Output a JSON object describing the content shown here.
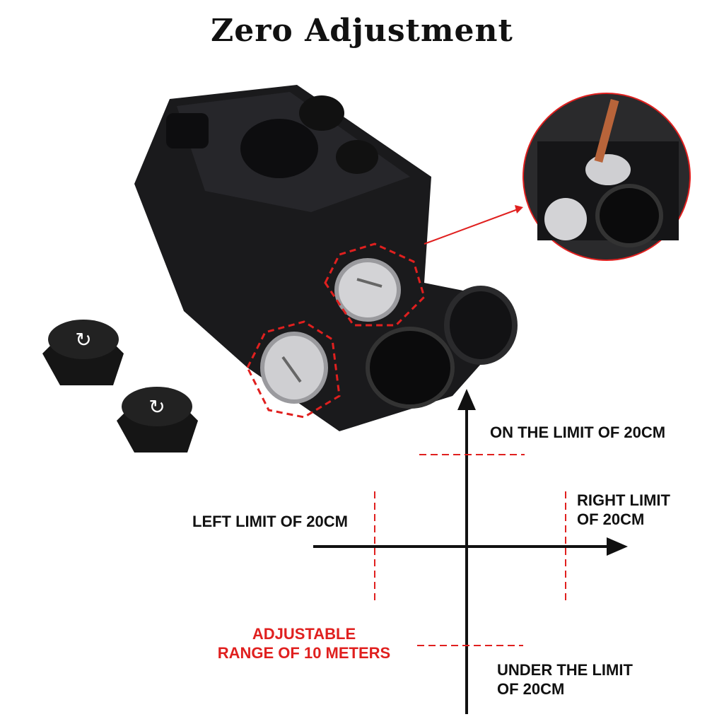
{
  "title": "Zero Adjustment",
  "labels": {
    "up": "ON THE LIMIT OF 20CM",
    "left": "LEFT LIMIT OF 20CM",
    "right_1": "RIGHT LIMIT",
    "right_2": "OF 20CM",
    "down_1": "UNDER THE LIMIT",
    "down_2": "OF 20CM",
    "range_1": "ADJUSTABLE",
    "range_2": "RANGE OF 10 METERS"
  },
  "colors": {
    "accent": "#e0201f",
    "axis": "#111111",
    "device": "#1a1a1c"
  }
}
